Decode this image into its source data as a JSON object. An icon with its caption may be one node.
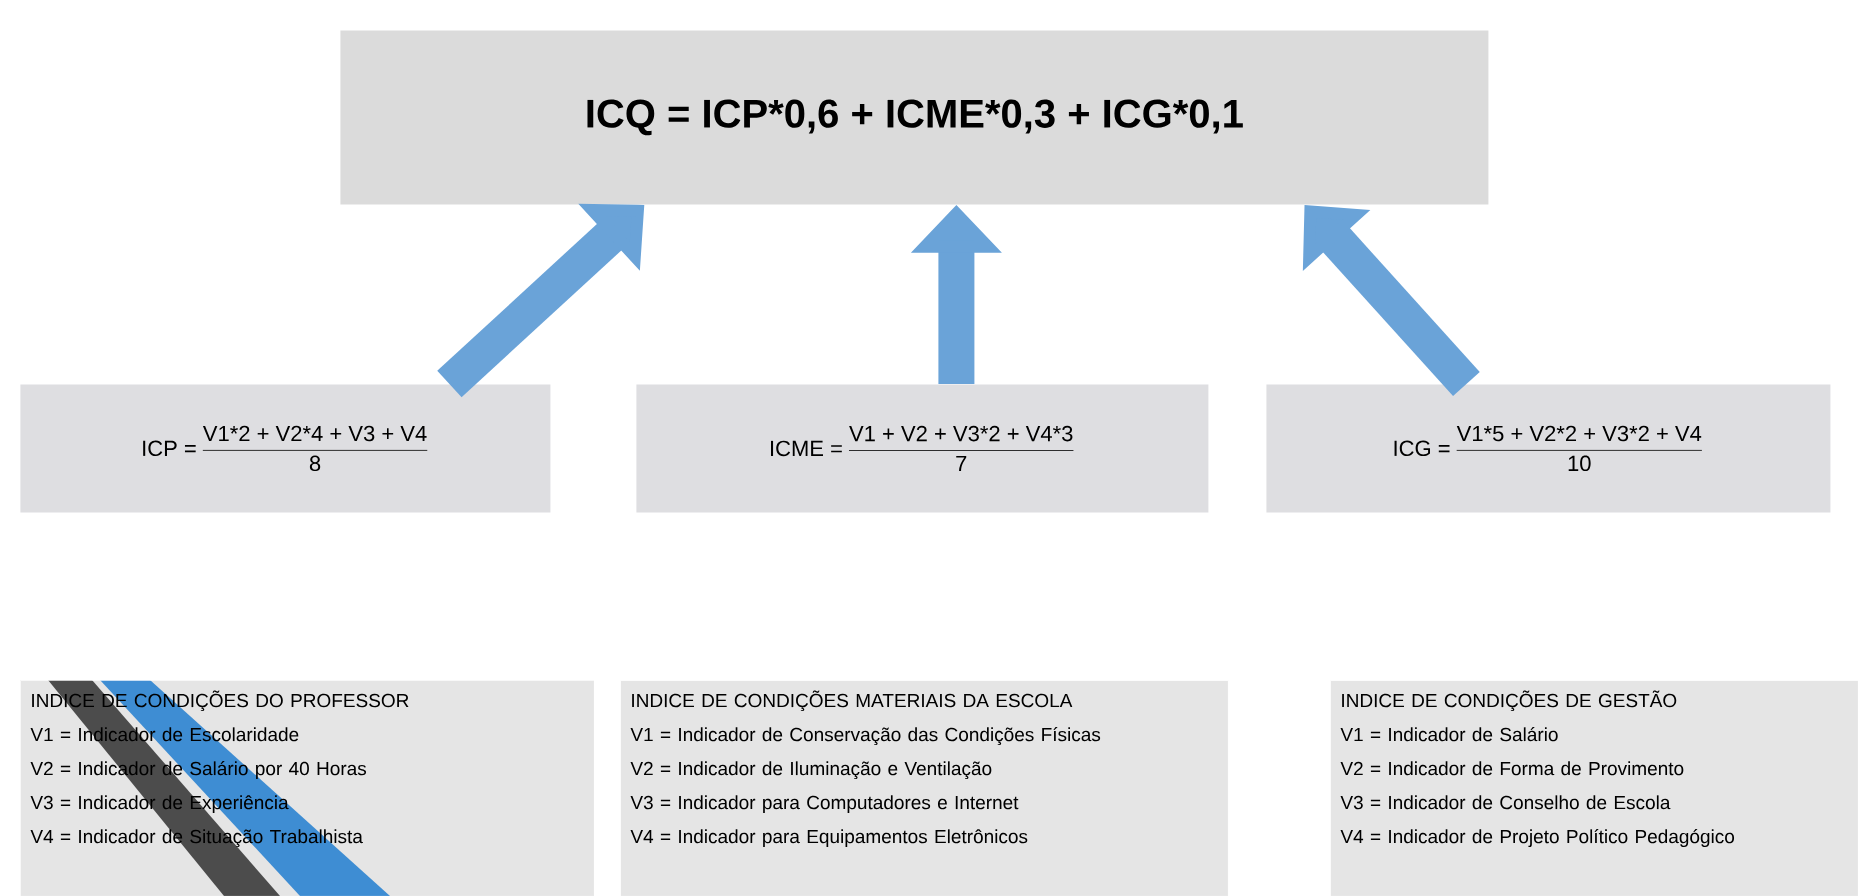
{
  "diagram": {
    "nodes": [
      {
        "text": [
          "ICQ = ICP*0,6 + ICME*0,3 + ICG*0,1"
        ]
      },
      {
        "text": [
          "ICP =",
          "V1*2 + V2*4 + V3 + V4",
          "8"
        ]
      },
      {
        "text": [
          "ICME =",
          "V1 + V2 + V3*2 + V4*3",
          "7"
        ]
      },
      {
        "text": [
          "ICG =",
          "V1*5 + V2*2 + V3*2 + V4",
          "10"
        ]
      },
      {
        "text": [
          "INDICE DE CONDIÇÕES DO PROFESSOR",
          "V1 = Indicador de Escolaridade",
          "V2 = Indicador de Salário por 40 Horas",
          "V3 = Indicador de Experiência",
          "V4 = Indicador de Situação Trabalhista"
        ]
      },
      {
        "text": [
          "INDICE DE CONDIÇÕES MATERIAIS DA ESCOLA",
          "V1 = Indicador de Conservação das Condições Físicas",
          "V2 = Indicador de Iluminação e Ventilação",
          "V3 = Indicador para Computadores e Internet",
          "V4 = Indicador para Equipamentos Eletrônicos"
        ]
      },
      {
        "text": [
          "INDICE DE CONDIÇÕES DE GESTÃO",
          "V1 = Indicador de Salário",
          "V2 = Indicador de Forma de Provimento",
          "V3 = Indicador de Conselho de Escola",
          "V4 = Indicador de Projeto Político Pedagógico"
        ]
      }
    ],
    "edges": [
      {
        "from": 1,
        "to": 0,
        "arrow": "to"
      },
      {
        "from": 2,
        "to": 0,
        "arrow": "to"
      },
      {
        "from": 3,
        "to": 0,
        "arrow": "to"
      }
    ]
  }
}
